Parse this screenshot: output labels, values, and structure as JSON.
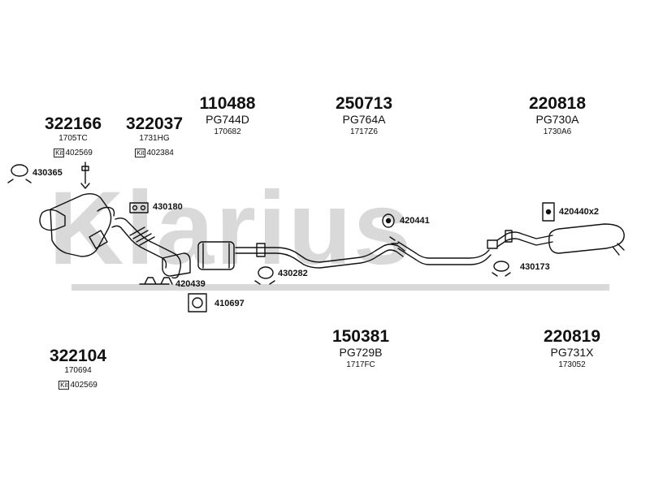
{
  "watermark": "Klarius",
  "parts": {
    "p322166": {
      "number": "322166",
      "ref": "1705TC",
      "kit_label": "Kit",
      "kit": "402569"
    },
    "p322037": {
      "number": "322037",
      "ref": "1731HG",
      "kit_label": "Kit",
      "kit": "402384"
    },
    "p110488": {
      "number": "110488",
      "code": "PG744D",
      "ref": "170682"
    },
    "p250713": {
      "number": "250713",
      "code": "PG764A",
      "ref": "1717Z6"
    },
    "p220818": {
      "number": "220818",
      "code": "PG730A",
      "ref": "1730A6"
    },
    "p322104": {
      "number": "322104",
      "ref": "170694",
      "kit_label": "Kit",
      "kit": "402569"
    },
    "p150381": {
      "number": "150381",
      "code": "PG729B",
      "ref": "1717FC"
    },
    "p220819": {
      "number": "220819",
      "code": "PG731X",
      "ref": "173052"
    }
  },
  "accessories": {
    "a430365": "430365",
    "a430180": "430180",
    "a420439": "420439",
    "a410697": "410697",
    "a430282": "430282",
    "a420441": "420441",
    "a420440": "420440x2",
    "a430173": "430173"
  }
}
